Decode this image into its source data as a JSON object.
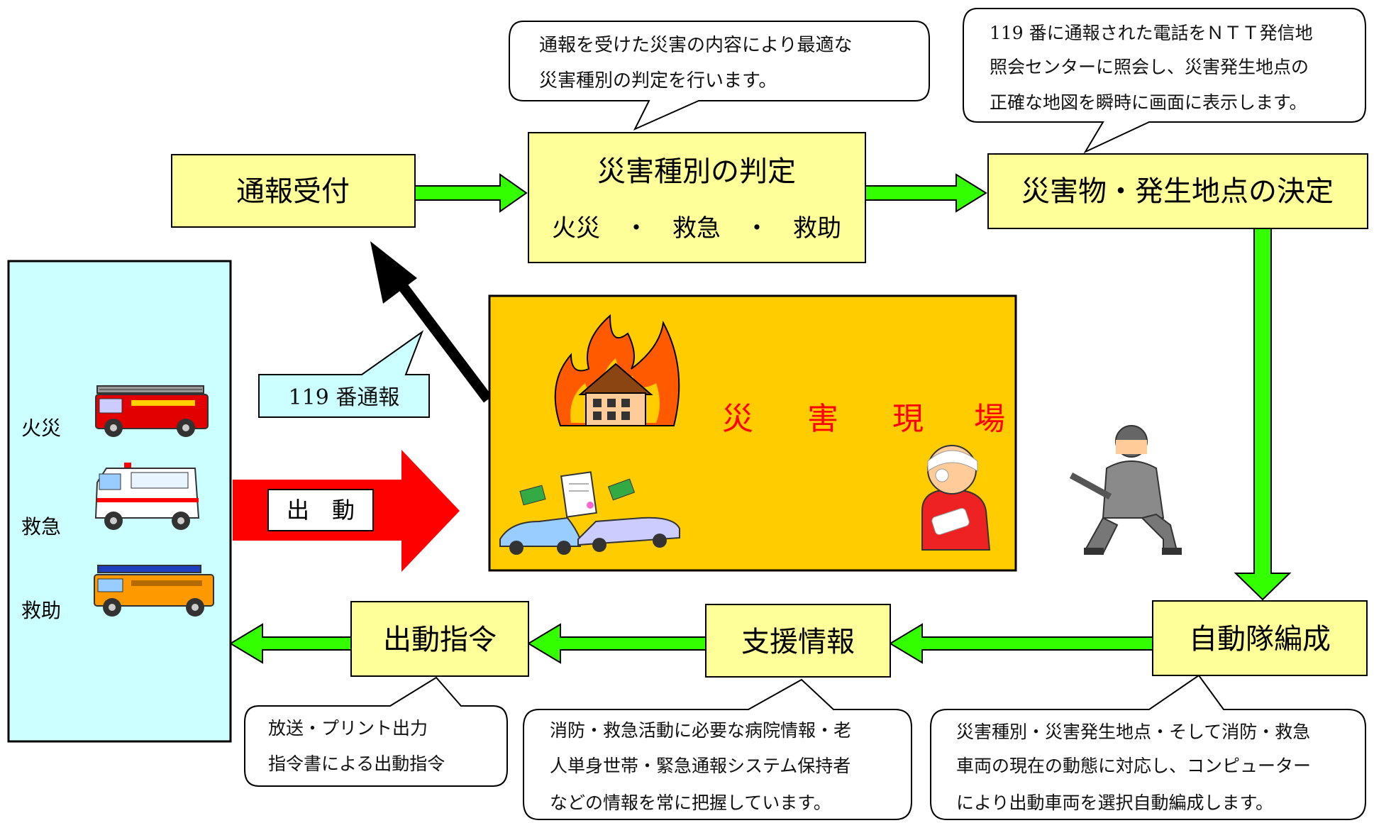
{
  "steps": {
    "reception": "通報受付",
    "classification": "災害種別の判定",
    "classification_sub": "火災　・　救急　・　救助",
    "location": "災害物・発生地点の決定",
    "formation": "自動隊編成",
    "support": "支援情報",
    "dispatch_order": "出動指令"
  },
  "callouts": {
    "classification": [
      "通報を受けた災害の内容により最適な",
      "災害種別の判定を行います。"
    ],
    "location": [
      "119 番に通報された電話をＮＴＴ発信地",
      "照会センターに照会し、災害発生地点の",
      "正確な地図を瞬時に画面に表示します。"
    ],
    "formation": [
      "災害種別・災害発生地点・そして消防・救急",
      "車両の現在の動態に対応し、コンピューター",
      "により出動車両を選択自動編成します。"
    ],
    "support": [
      "消防・救急活動に必要な病院情報・老",
      "人単身世帯・緊急通報システム保持者",
      "などの情報を常に把握しています。"
    ],
    "dispatch_order": [
      "放送・プリント出力",
      "指令書による出動指令"
    ],
    "report_119": "119 番通報"
  },
  "scene": {
    "title_chars": [
      "災",
      "害",
      "現",
      "場"
    ]
  },
  "vehicles": {
    "fire": "火災",
    "ambulance": "救急",
    "rescue": "救助"
  },
  "dispatch_arrow_label": "出　動",
  "colors": {
    "box_fill": "#ffff99",
    "arrow_green": "#33ff00",
    "scene_fill": "#ffcc00",
    "scene_text": "#ff0000",
    "panel_fill": "#ccffff",
    "dispatch_arrow": "#ff0000"
  }
}
